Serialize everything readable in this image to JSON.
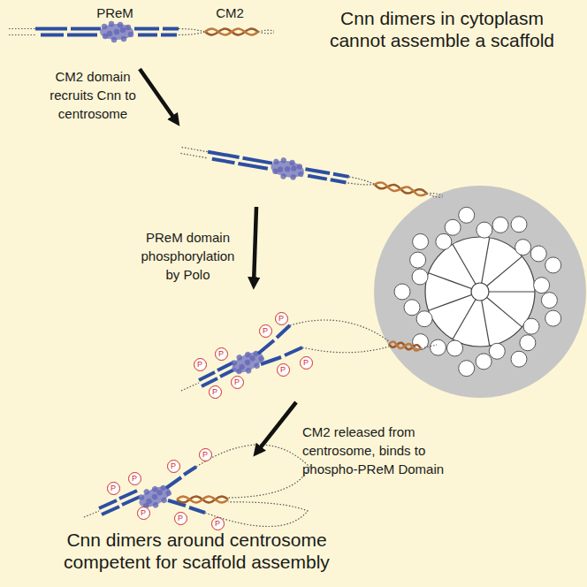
{
  "diagram": {
    "nodes": [
      {
        "text": [
          "P"
        ]
      },
      {
        "text": [
          "P"
        ]
      },
      {
        "text": [
          "P"
        ]
      },
      {
        "text": [
          "P"
        ]
      },
      {
        "text": [
          "P"
        ]
      },
      {
        "text": [
          "P"
        ]
      },
      {
        "text": [
          "P"
        ]
      },
      {
        "text": [
          "P"
        ]
      },
      {
        "text": [
          "P"
        ]
      },
      {
        "text": [
          "P"
        ]
      },
      {
        "text": [
          "P"
        ]
      },
      {
        "text": [
          "P"
        ]
      },
      {
        "text": [
          "P"
        ]
      },
      {
        "text": [
          "P"
        ]
      },
      {
        "text": [
          "P"
        ]
      }
    ],
    "labels": [
      "PReM",
      "CM2",
      "Cnn dimers in cytoplasm cannot assemble a scaffold",
      "CM2 domain recruits Cnn to centrosome",
      "PReM domain phosphorylation by Polo",
      "CM2 released from centrosome, binds to phospho-PReM Domain",
      "Cnn dimers around centrosome competent for scaffold assembly"
    ]
  }
}
